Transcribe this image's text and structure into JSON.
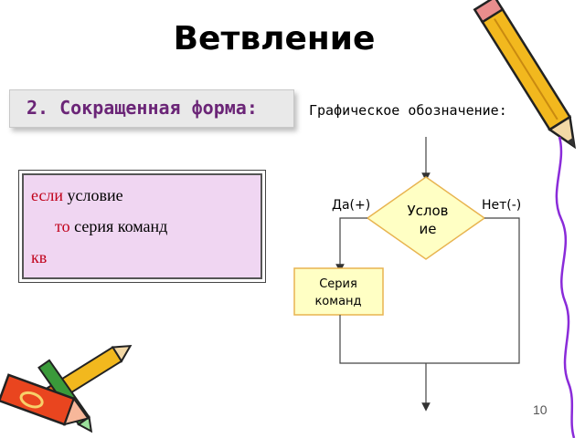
{
  "slide": {
    "title": "Ветвление",
    "subtitle": "2. Сокращенная форма:",
    "graphic_label": "Графическое обозначение:",
    "page_number": "10"
  },
  "code": {
    "line1_kw": "если",
    "line1_rest": " условие",
    "line2_kw": "то",
    "line2_rest": " серия команд",
    "line3_kw": "кв"
  },
  "flowchart": {
    "condition_line1": "Услов",
    "condition_line2": "ие",
    "yes_label": "Да(+)",
    "no_label": "Нет(-)",
    "action_line1": "Серия",
    "action_line2": "команд"
  },
  "colors": {
    "subtitle": "#6b2577",
    "code_background": "#f0d6f2",
    "keyword": "#c0001a",
    "flow_fill": "#ffffc4",
    "flow_border": "#e8b450"
  },
  "decorations": [
    "pencil-icon",
    "crayons-icon"
  ]
}
